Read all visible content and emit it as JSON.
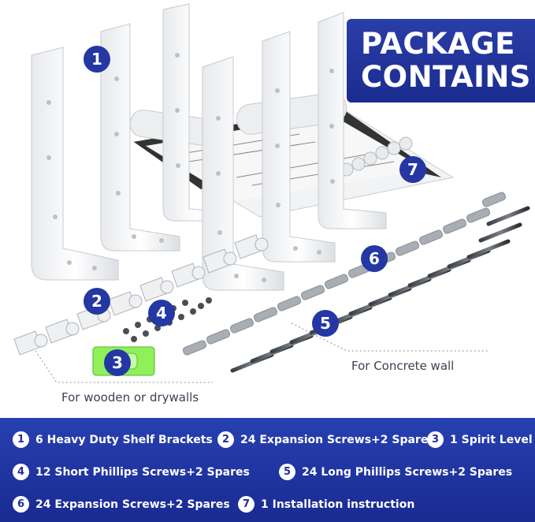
{
  "banner": {
    "line1": "PACKAGE",
    "line2": "CONTAINS"
  },
  "markers": [
    "1",
    "2",
    "3",
    "4",
    "5",
    "6",
    "7"
  ],
  "captions": {
    "wood": "For wooden or drywalls",
    "concrete": "For Concrete wall"
  },
  "legend": [
    {
      "num": "1",
      "text": "6 Heavy Duty Shelf Brackets"
    },
    {
      "num": "2",
      "text": "24 Expansion Screws+2 Spares"
    },
    {
      "num": "3",
      "text": "1 Spirit Level"
    },
    {
      "num": "4",
      "text": "12 Short Phillips Screws+2 Spares"
    },
    {
      "num": "5",
      "text": "24 Long Phillips Screws+2 Spares"
    },
    {
      "num": "6",
      "text": "24 Expansion Screws+2 Spares"
    },
    {
      "num": "7",
      "text": "1 Installation instruction"
    }
  ],
  "colors": {
    "brand_blue": "#2437a3",
    "bracket_white": "#f4f5f7",
    "level_green": "#7ee04a"
  }
}
